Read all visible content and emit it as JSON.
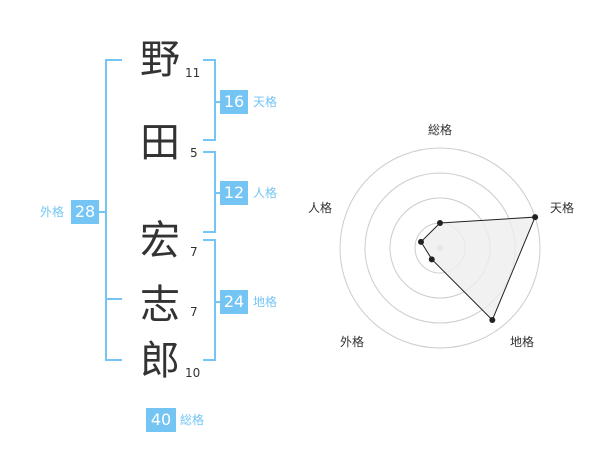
{
  "colors": {
    "accent": "#74c5f4",
    "text": "#333333",
    "radar_ring": "#cccccc",
    "radar_fill": "#eeeeee",
    "radar_line": "#222222"
  },
  "name_chars": [
    {
      "char": "野",
      "strokes": "11"
    },
    {
      "char": "田",
      "strokes": "5"
    },
    {
      "char": "宏",
      "strokes": "7"
    },
    {
      "char": "志",
      "strokes": "7"
    },
    {
      "char": "郎",
      "strokes": "10"
    }
  ],
  "scores": {
    "tenkaku": {
      "value": "16",
      "label": "天格"
    },
    "jinkaku": {
      "value": "12",
      "label": "人格"
    },
    "chikaku": {
      "value": "24",
      "label": "地格"
    },
    "gaikaku": {
      "value": "28",
      "label": "外格"
    },
    "soukaku": {
      "value": "40",
      "label": "総格"
    }
  },
  "radar": {
    "labels": {
      "top": "総格",
      "right": "天格",
      "bottom_right": "地格",
      "bottom_left": "外格",
      "left": "人格"
    },
    "rings": 4,
    "values": [
      {
        "axis": "総格",
        "value": 0.25
      },
      {
        "axis": "天格",
        "value": 1.0
      },
      {
        "axis": "地格",
        "value": 0.89
      },
      {
        "axis": "外格",
        "value": 0.14
      },
      {
        "axis": "人格",
        "value": 0.2
      }
    ]
  }
}
